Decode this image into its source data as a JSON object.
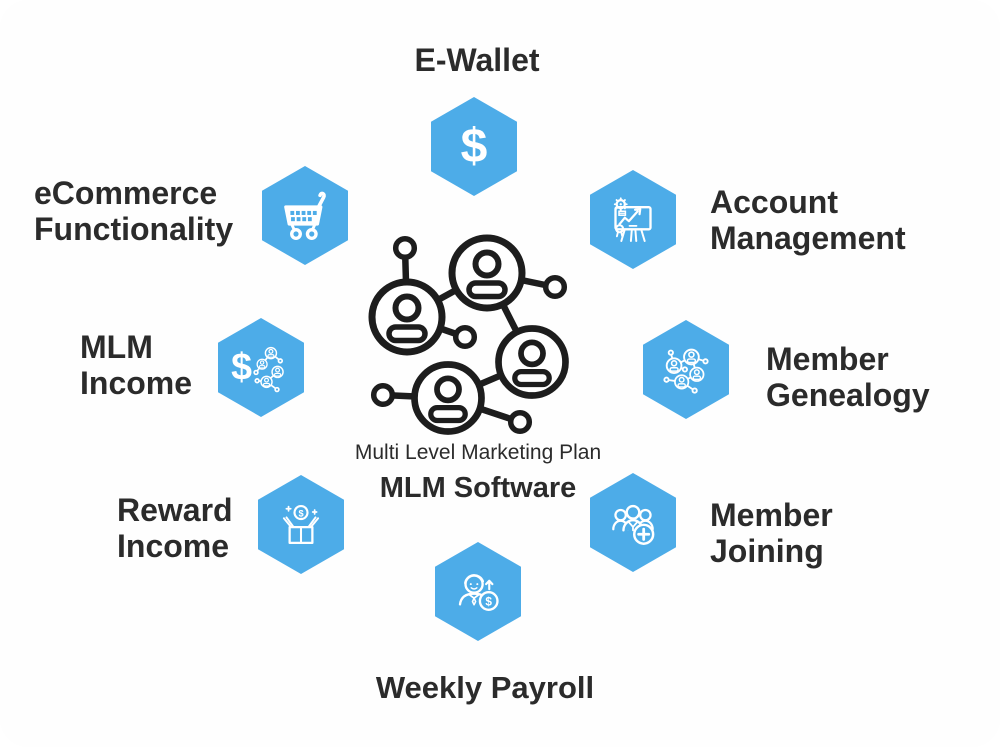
{
  "diagram": {
    "center": {
      "caption": "Multi Level Marketing Plan",
      "title": "MLM Software",
      "icon": "people-network-icon"
    },
    "features": [
      {
        "id": "e-wallet",
        "label": "E-Wallet",
        "icon": "dollar-icon"
      },
      {
        "id": "account-management",
        "label": "Account\nManagement",
        "icon": "presentation-chart-icon"
      },
      {
        "id": "member-genealogy",
        "label": "Member\nGenealogy",
        "icon": "member-network-icon"
      },
      {
        "id": "member-joining",
        "label": "Member\nJoining",
        "icon": "add-member-icon"
      },
      {
        "id": "weekly-payroll",
        "label": "Weekly Payroll",
        "icon": "payroll-growth-icon"
      },
      {
        "id": "reward-income",
        "label": "Reward\nIncome",
        "icon": "reward-box-icon"
      },
      {
        "id": "mlm-income",
        "label": "MLM\nIncome",
        "icon": "dollar-network-icon"
      },
      {
        "id": "ecommerce-functionality",
        "label": "eCommerce\nFunctionality",
        "icon": "shopping-cart-icon"
      }
    ],
    "currency_symbol": "$",
    "colors": {
      "hexagon_fill": "#4dace8",
      "icon_stroke": "#ffffff",
      "label_text": "#2b2b2b",
      "center_graphic": "#1d1d1d",
      "card_background": "#fefefe"
    }
  }
}
